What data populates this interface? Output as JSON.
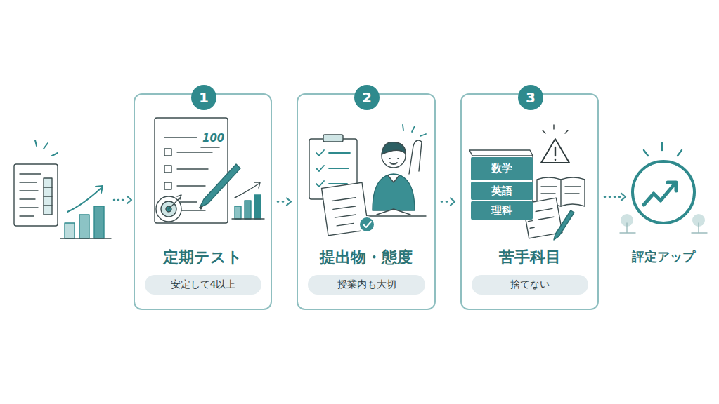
{
  "diagram": {
    "nodes": [
      {
        "text": [
          "定期テスト"
        ]
      },
      {
        "text": [
          "1"
        ],
        "in": 0
      },
      {
        "text": [
          "安定して4以上"
        ],
        "in": 0
      },
      {
        "text": [
          "提出物・態度"
        ]
      },
      {
        "text": [
          "2"
        ],
        "in": 3
      },
      {
        "text": [
          "授業内も大切"
        ],
        "in": 3
      },
      {
        "text": [
          "苦手科目"
        ]
      },
      {
        "text": [
          "3"
        ],
        "in": 6
      },
      {
        "text": [
          "捨てない"
        ],
        "in": 6
      },
      {
        "text": [
          "評定アップ"
        ]
      },
      {
        "text": [
          "数学"
        ],
        "in": 6
      },
      {
        "text": [
          "英語"
        ],
        "in": 6
      },
      {
        "text": [
          "理科"
        ],
        "in": 6
      }
    ],
    "edges": [
      {
        "from": 0,
        "to": 3,
        "arrow": "to"
      },
      {
        "from": 3,
        "to": 6,
        "arrow": "to"
      },
      {
        "from": 6,
        "to": 9,
        "arrow": "to"
      }
    ],
    "labels": [
      "100"
    ]
  }
}
